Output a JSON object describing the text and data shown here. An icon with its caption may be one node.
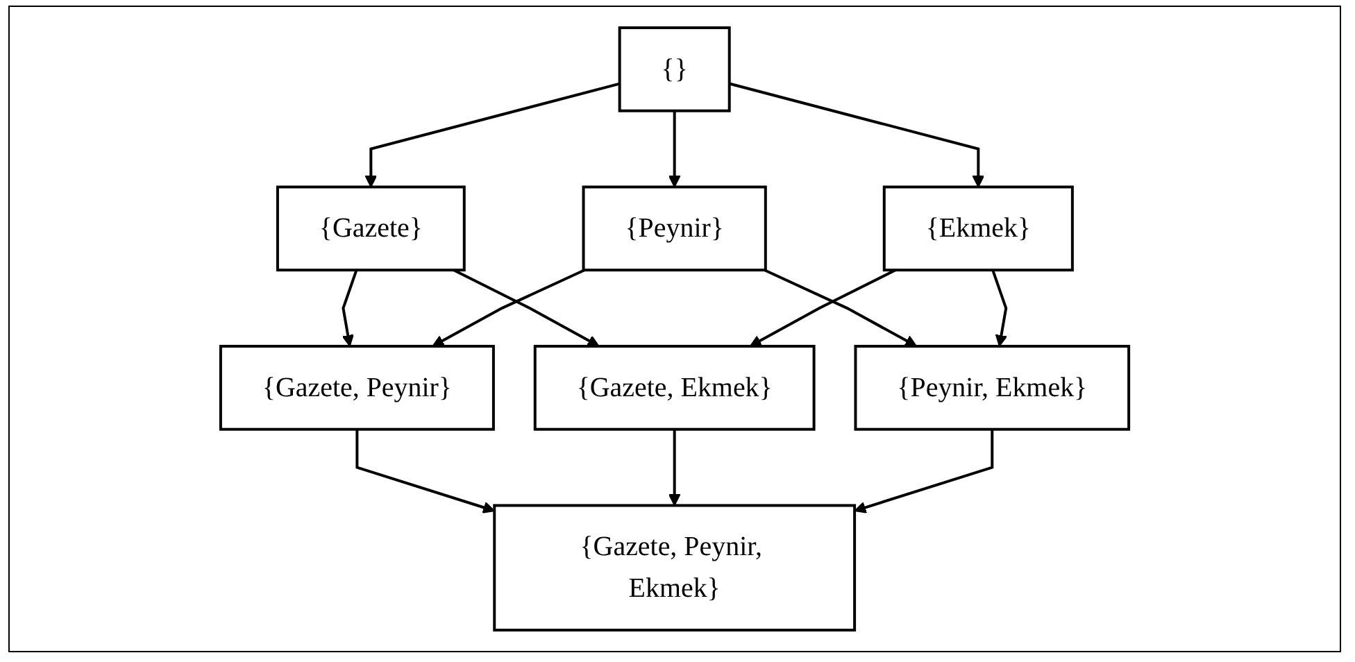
{
  "diagram": {
    "nodes": [
      {
        "text": [
          "{}"
        ]
      },
      {
        "text": [
          "{Gazete}"
        ]
      },
      {
        "text": [
          "{Peynir}"
        ]
      },
      {
        "text": [
          "{Ekmek}"
        ]
      },
      {
        "text": [
          "{Gazete, Peynir}"
        ]
      },
      {
        "text": [
          "{Gazete, Ekmek}"
        ]
      },
      {
        "text": [
          "{Peynir, Ekmek}"
        ]
      },
      {
        "text": [
          "{Gazete, Peynir, Ekmek}"
        ]
      }
    ],
    "edges": [
      {
        "from": 0,
        "to": 1,
        "arrow": "to"
      },
      {
        "from": 0,
        "to": 2,
        "arrow": "to"
      },
      {
        "from": 0,
        "to": 3,
        "arrow": "to"
      },
      {
        "from": 1,
        "to": 4,
        "arrow": "to"
      },
      {
        "from": 1,
        "to": 5,
        "arrow": "to"
      },
      {
        "from": 2,
        "to": 4,
        "arrow": "to"
      },
      {
        "from": 2,
        "to": 6,
        "arrow": "to"
      },
      {
        "from": 3,
        "to": 5,
        "arrow": "to"
      },
      {
        "from": 3,
        "to": 6,
        "arrow": "to"
      },
      {
        "from": 4,
        "to": 7,
        "arrow": "to"
      },
      {
        "from": 5,
        "to": 7,
        "arrow": "to"
      },
      {
        "from": 6,
        "to": 7,
        "arrow": "to"
      }
    ]
  }
}
